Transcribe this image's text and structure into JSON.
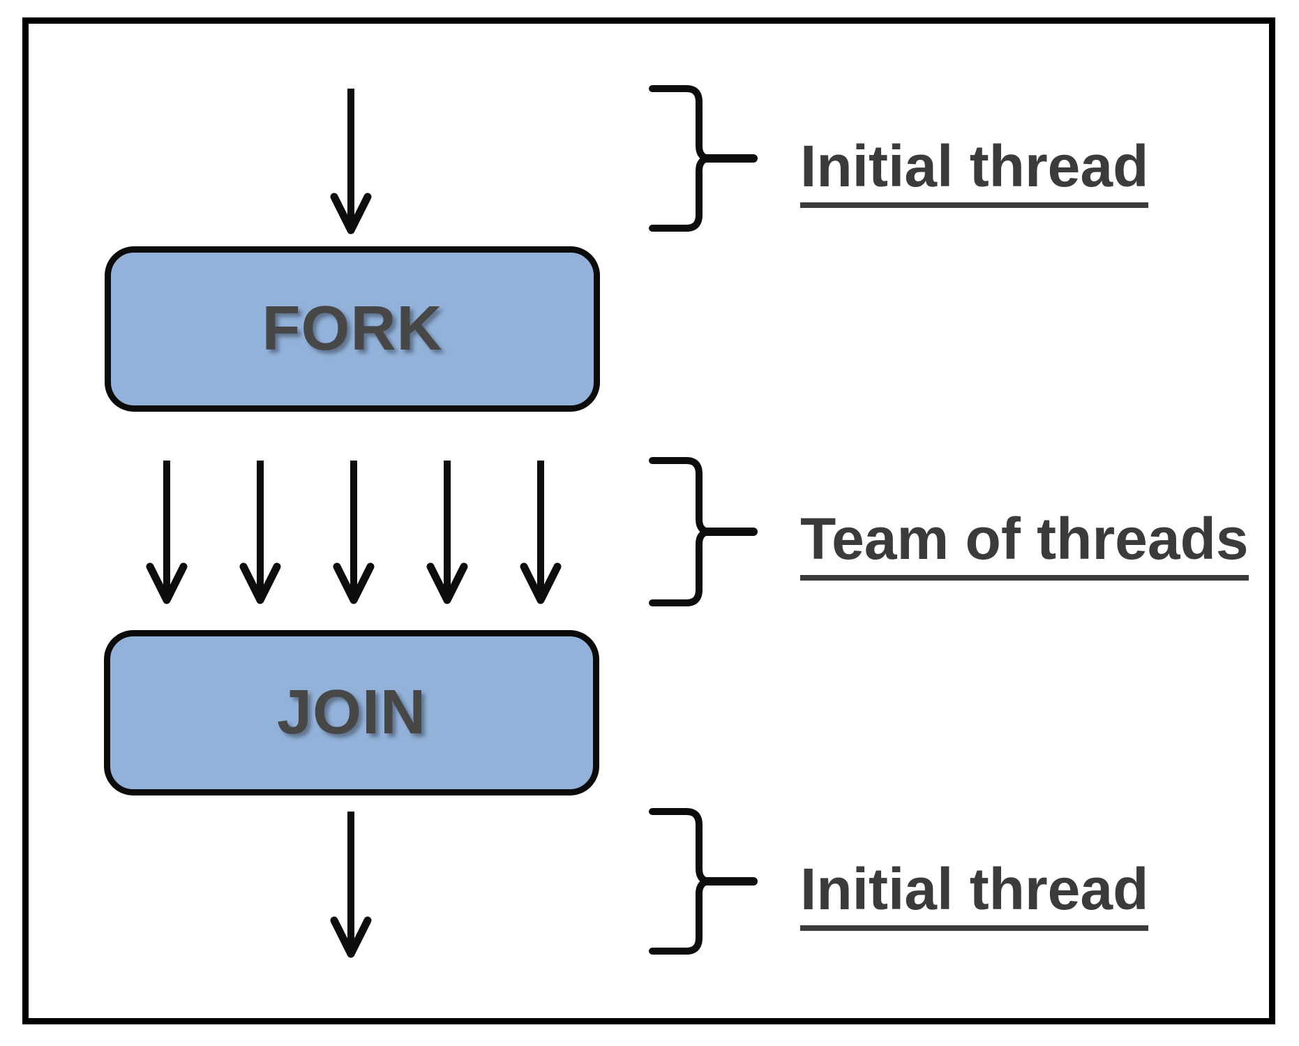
{
  "diagram": {
    "fork_label": "FORK",
    "join_label": "JOIN",
    "annotations": {
      "initial_thread_top": "Initial thread",
      "team_of_threads": "Team of threads",
      "initial_thread_bottom": "Initial thread"
    },
    "team_arrow_count": 5
  },
  "icons": {
    "arrow": "down-arrow",
    "brace": "right-curly-brace"
  },
  "colors": {
    "background": "#ffffff",
    "frame_border": "#000000",
    "box_fill": "#93B2DA",
    "box_border": "#0b0b0b",
    "box_text": "#474747",
    "label_text": "#3b3b3b",
    "line_color": "#0d0d0d"
  }
}
